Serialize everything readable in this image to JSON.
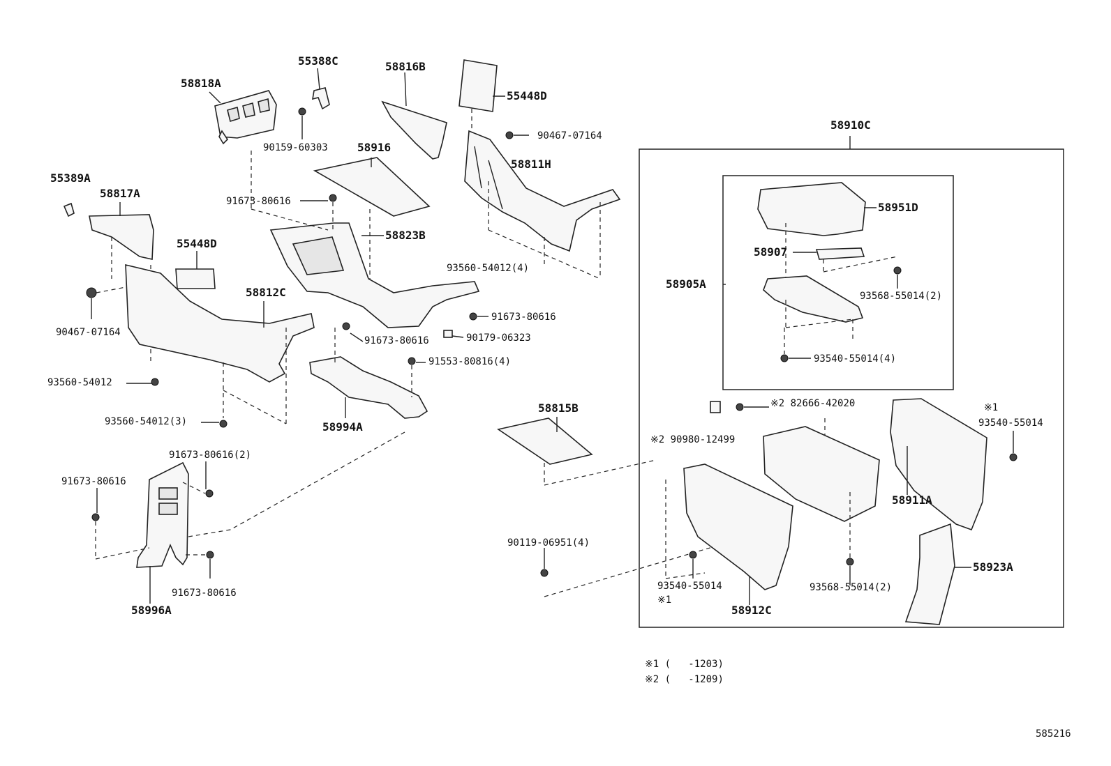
{
  "parts": {
    "p58818A": "58818A",
    "p55388C": "55388C",
    "p58816B": "58816B",
    "p55448D_top": "55448D",
    "p90467_07164_top": "90467-07164",
    "p90159_60303": "90159-60303",
    "p58916": "58916",
    "p58811H": "58811H",
    "p55389A": "55389A",
    "p58817A": "58817A",
    "p91673_80616_a": "91673-80616",
    "p58823B": "58823B",
    "p55448D_left": "55448D",
    "p93560_54012_4": "93560-54012(4)",
    "p58812C": "58812C",
    "p90467_07164_left": "90467-07164",
    "p91673_80616_b": "91673-80616",
    "p91673_80616_c": "91673-80616",
    "p90179_06323": "90179-06323",
    "p91553_80816_4": "91553-80816(4)",
    "p93560_54012": "93560-54012",
    "p93560_54012_3": "93560-54012(3)",
    "p58994A": "58994A",
    "p91673_80616_2": "91673-80616(2)",
    "p91673_80616_d": "91673-80616",
    "p91673_80616_e": "91673-80616",
    "p58996A": "58996A",
    "p58815B": "58815B",
    "p90119_06951_4": "90119-06951(4)",
    "p58910C": "58910C",
    "p58951D": "58951D",
    "p58907": "58907",
    "p58905A": "58905A",
    "p93568_55014_2_top": "93568-55014(2)",
    "p93540_55014_4": "93540-55014(4)",
    "p82666_42020": "※2 82666-42020",
    "p90980_12499": "※2 90980-12499",
    "mark1_right": "※1",
    "p93540_55014_right": "93540-55014",
    "p58911A": "58911A",
    "p58923A": "58923A",
    "p93540_55014_bottom": "93540-55014",
    "mark1_bottom": "※1",
    "p58912C": "58912C",
    "p93568_55014_2_bottom": "93568-55014(2)"
  },
  "notes": {
    "note1": "※1 (   -1203)",
    "note2": "※2 (   -1209)"
  },
  "figure_id": "585216"
}
